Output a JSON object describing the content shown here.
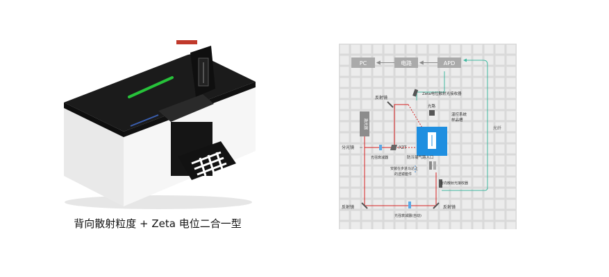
{
  "caption": "背向散射粒度 + Zeta 电位二合一型",
  "diagram": {
    "pc": "PC",
    "circuit": "电路",
    "apd": "APD",
    "zeta_receiver": "Zeta电位散射光接收器",
    "mirror_top": "反射镜",
    "laser": "激光器",
    "light_path": "光路",
    "temp_system": "温控系统",
    "sample_cell": "样品槽",
    "fiber": "光纤",
    "splitter": "分光镜",
    "pzt": "PZT",
    "attenuator": "光强衰减器",
    "anti_condense": "防冷凝气路入口",
    "lens_on_motor": "安装在步进马达上",
    "lens_on_motor_2": "的透镜套件",
    "backscatter_receiver": "背向散射光接收器",
    "mirror_bottom_left": "反射镜",
    "mirror_bottom_right": "反射镜",
    "auto_attenuator": "光强衰减器(自动)"
  },
  "colors": {
    "device_body": "#f1f1f1",
    "device_top": "#1b1b1b",
    "accent_green": "#27c23a",
    "diagram_grid_bg": "#d9d9d9",
    "diagram_cell": "#ececec",
    "sample_blue": "#1f8fe0",
    "laser_red": "#d62020",
    "fiber_teal": "#3fb8a0",
    "box_gray": "#aaaaaa"
  }
}
